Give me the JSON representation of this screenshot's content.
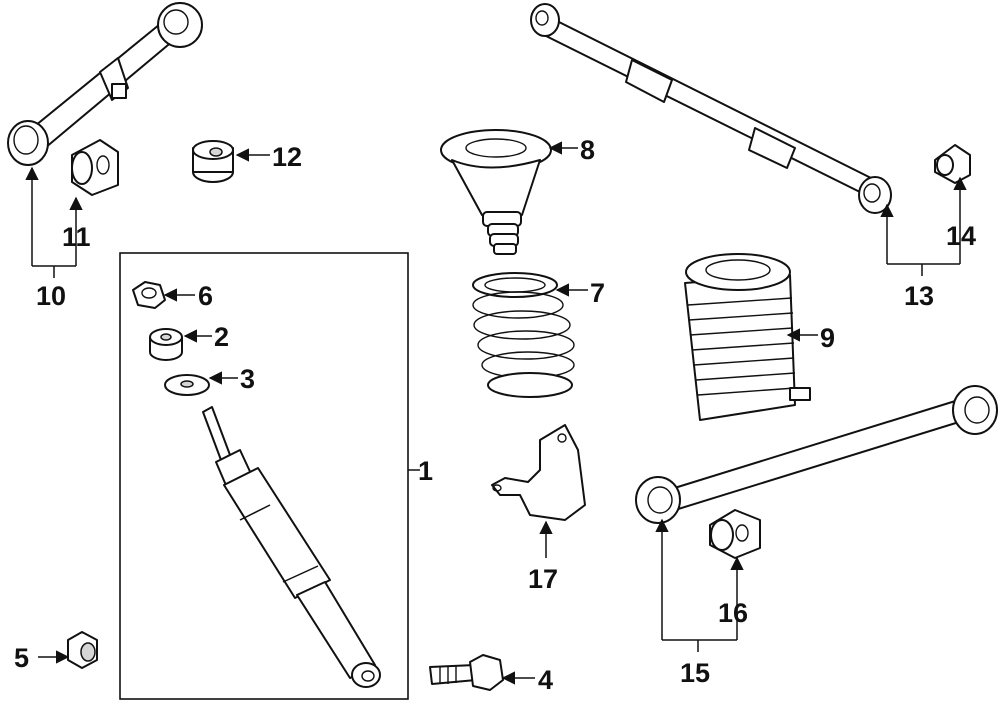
{
  "diagram": {
    "callouts": [
      {
        "id": "1",
        "text": "1"
      },
      {
        "id": "2",
        "text": "2"
      },
      {
        "id": "3",
        "text": "3"
      },
      {
        "id": "4",
        "text": "4"
      },
      {
        "id": "5",
        "text": "5"
      },
      {
        "id": "6",
        "text": "6"
      },
      {
        "id": "7",
        "text": "7"
      },
      {
        "id": "8",
        "text": "8"
      },
      {
        "id": "9",
        "text": "9"
      },
      {
        "id": "10",
        "text": "10"
      },
      {
        "id": "11",
        "text": "11"
      },
      {
        "id": "12",
        "text": "12"
      },
      {
        "id": "13",
        "text": "13"
      },
      {
        "id": "14",
        "text": "14"
      },
      {
        "id": "15",
        "text": "15"
      },
      {
        "id": "16",
        "text": "16"
      },
      {
        "id": "17",
        "text": "17"
      }
    ]
  }
}
